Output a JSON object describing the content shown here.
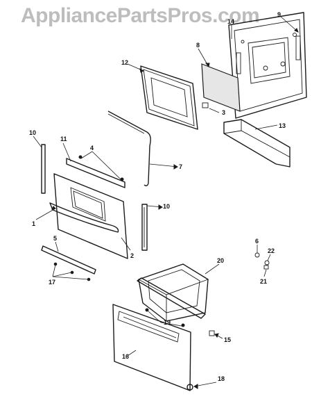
{
  "watermark": "AppliancePartsPros.com",
  "callouts": {
    "c1": "1",
    "c2": "2",
    "c3": "3",
    "c4": "4",
    "c5": "5",
    "c6": "6",
    "c7": "7",
    "c8": "8",
    "c9": "9",
    "c10a": "10",
    "c10b": "10",
    "c11": "11",
    "c12": "12",
    "c13": "13",
    "c14": "14",
    "c15": "15",
    "c16": "16",
    "c17": "17",
    "c18": "18",
    "c19": "19",
    "c20": "20",
    "c21": "21",
    "c22": "22"
  }
}
